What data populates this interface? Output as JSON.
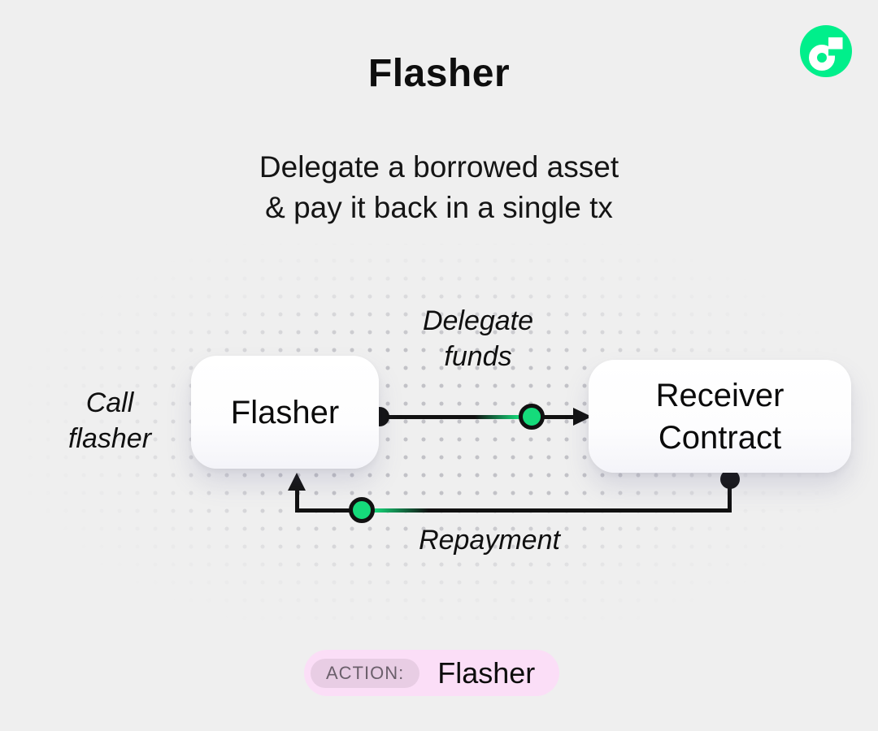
{
  "canvas": {
    "background": "#efefef",
    "text_color": "#0e0e0e"
  },
  "header": {
    "title": "Flasher",
    "subtitle_line1": "Delegate a borrowed asset",
    "subtitle_line2": "& pay it back in a single tx"
  },
  "logo": {
    "brand": "Flow",
    "circle_color": "#00ef8b",
    "glyph_color": "#ffffff"
  },
  "diagram": {
    "nodes": {
      "flasher": {
        "label": "Flasher"
      },
      "receiver": {
        "label_line1": "Receiver",
        "label_line2": "Contract"
      }
    },
    "edge_labels": {
      "call_line1": "Call",
      "call_line2": "flasher",
      "delegate_line1": "Delegate",
      "delegate_line2": "funds",
      "repayment": "Repayment"
    },
    "colors": {
      "line": "#111111",
      "token_green": "#15db7b",
      "connector_dot": "#111111",
      "node_background": "#ffffff"
    }
  },
  "action_bar": {
    "label": "ACTION:",
    "value": "Flasher",
    "outer_background": "#fbdef7",
    "chip_background": "#e8cde4",
    "label_color": "#6b5f6b"
  }
}
